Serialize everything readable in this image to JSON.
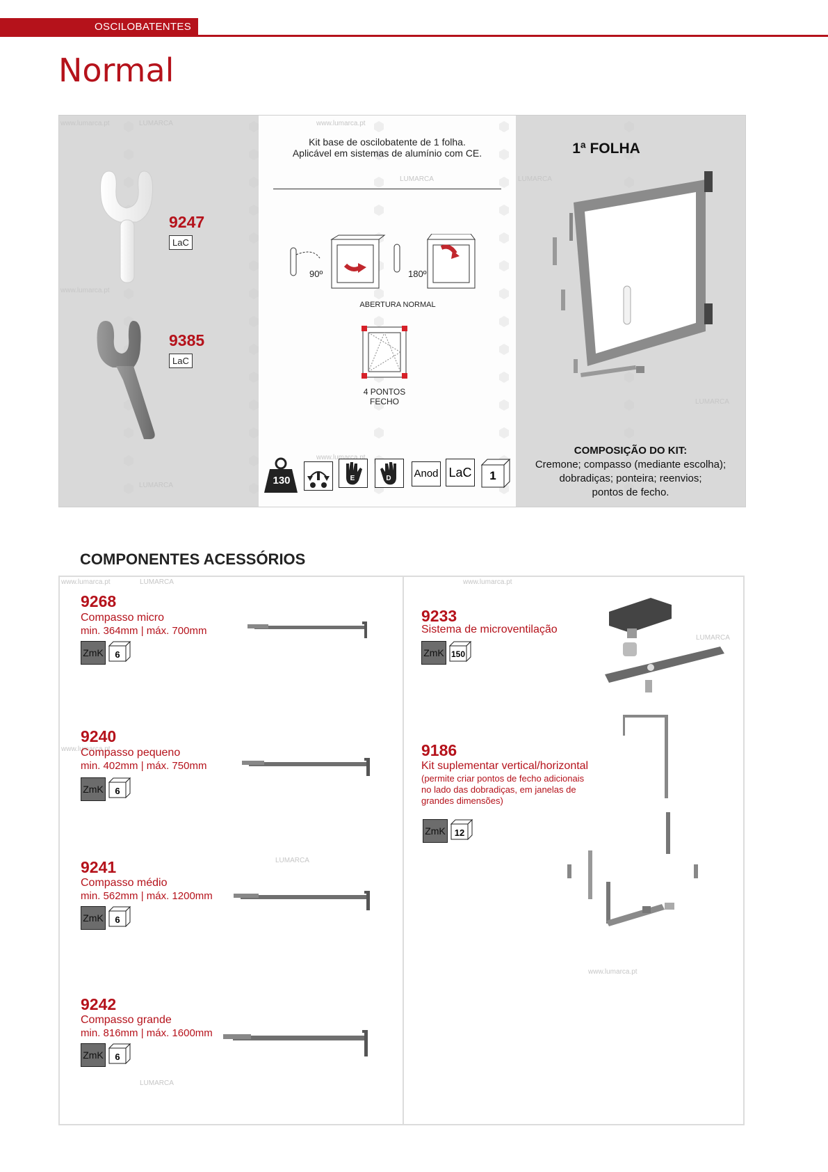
{
  "header": {
    "section_tab": "OSCILOBATENTES",
    "title": "Normal"
  },
  "watermark": {
    "site": "www.lumarca.pt",
    "brand": "LUMARCA"
  },
  "handles": [
    {
      "code": "9247",
      "finish": "LaC",
      "color": "white"
    },
    {
      "code": "9385",
      "finish": "LaC",
      "color": "grey"
    }
  ],
  "center": {
    "intro_line1": "Kit base de oscilobatente de 1 folha.",
    "intro_line2": "Aplicável em sistemas de alumínio com CE.",
    "angle_90": "90º",
    "angle_180": "180º",
    "opening_caption": "ABERTURA NORMAL",
    "points_line1": "4 PONTOS",
    "points_line2": "FECHO",
    "weight": "130",
    "badges": [
      "Anod",
      "LaC"
    ],
    "pack_qty": "1",
    "hand_left": "E",
    "hand_right": "D"
  },
  "kit": {
    "title": "1ª FOLHA",
    "composition_title": "COMPOSIÇÃO DO KIT:",
    "composition_line1": "Cremone; compasso (mediante escolha);",
    "composition_line2": "dobradiças; ponteira; reenvios;",
    "composition_line3": "pontos de fecho."
  },
  "accessories": {
    "title": "COMPONENTES ACESSÓRIOS",
    "left": [
      {
        "code": "9268",
        "name": "Compasso micro",
        "spec": "min. 364mm | máx. 700mm",
        "finish": "ZmK",
        "qty": "6"
      },
      {
        "code": "9240",
        "name": "Compasso pequeno",
        "spec": "min. 402mm | máx. 750mm",
        "finish": "ZmK",
        "qty": "6"
      },
      {
        "code": "9241",
        "name": "Compasso médio",
        "spec": "min. 562mm | máx. 1200mm",
        "finish": "ZmK",
        "qty": "6"
      },
      {
        "code": "9242",
        "name": "Compasso grande",
        "spec": "min. 816mm | máx. 1600mm",
        "finish": "ZmK",
        "qty": "6"
      }
    ],
    "right": [
      {
        "code": "9233",
        "name": "Sistema de microventilação",
        "finish": "ZmK",
        "qty": "150"
      },
      {
        "code": "9186",
        "name": "Kit suplementar vertical/horizontal",
        "note_line1": "(permite criar pontos de fecho adicionais",
        "note_line2": "no lado das dobradiças, em janelas de",
        "note_line3": "grandes dimensões)",
        "finish": "ZmK",
        "qty": "12"
      }
    ]
  }
}
